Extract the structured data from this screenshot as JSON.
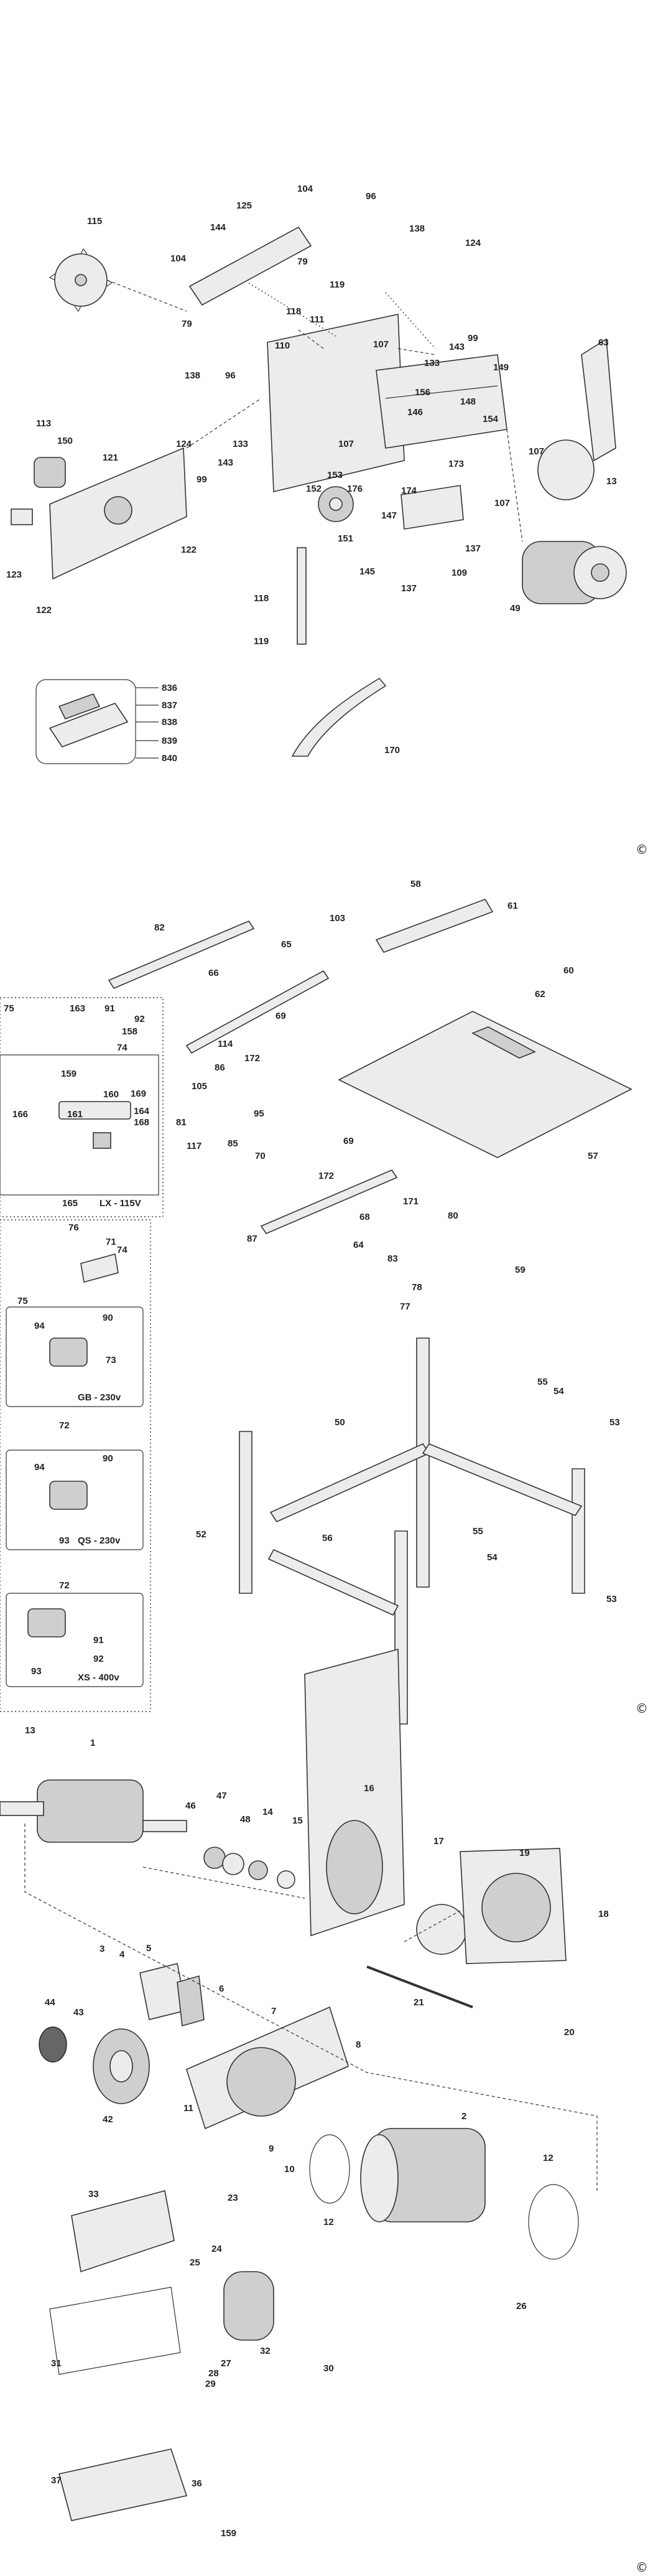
{
  "copyright_mark": "©",
  "section1": {
    "labels": [
      "115",
      "144",
      "125",
      "104",
      "104",
      "79",
      "79",
      "119",
      "96",
      "138",
      "124",
      "118",
      "111",
      "110",
      "107",
      "133",
      "143",
      "99",
      "149",
      "63",
      "138",
      "96",
      "133",
      "156",
      "148",
      "154",
      "113",
      "150",
      "124",
      "143",
      "99",
      "121",
      "107",
      "146",
      "173",
      "107",
      "13",
      "153",
      "174",
      "147",
      "176",
      "152",
      "151",
      "107",
      "137",
      "122",
      "123",
      "109",
      "145",
      "137",
      "118",
      "49",
      "122",
      "119",
      "836",
      "837",
      "838",
      "839",
      "840",
      "170"
    ]
  },
  "section2": {
    "labels": [
      "58",
      "103",
      "61",
      "82",
      "65",
      "60",
      "62",
      "66",
      "75",
      "163",
      "91",
      "92",
      "158",
      "74",
      "159",
      "169",
      "166",
      "160",
      "164",
      "161",
      "168",
      "69",
      "114",
      "86",
      "172",
      "105",
      "95",
      "81",
      "70",
      "85",
      "117",
      "87",
      "69",
      "172",
      "57",
      "171",
      "76",
      "71",
      "74",
      "75",
      "94",
      "90",
      "73",
      "68",
      "64",
      "80",
      "83",
      "78",
      "77",
      "59",
      "50",
      "55",
      "54",
      "53",
      "72",
      "94",
      "90",
      "93",
      "52",
      "56",
      "55",
      "54",
      "72",
      "91",
      "92",
      "93",
      "53"
    ],
    "captions": {
      "lx": "LX - 115V",
      "lx_number": "165",
      "gb": "GB - 230v",
      "qs": "QS - 230v",
      "xs": "XS - 400v"
    }
  },
  "section3": {
    "labels": [
      "13",
      "1",
      "16",
      "46",
      "47",
      "48",
      "14",
      "15",
      "17",
      "19",
      "18",
      "3",
      "4",
      "5",
      "6",
      "44",
      "43",
      "7",
      "8",
      "42",
      "11",
      "21",
      "20",
      "2",
      "12",
      "9",
      "10",
      "12",
      "33",
      "23",
      "24",
      "25",
      "26",
      "31",
      "32",
      "27",
      "28",
      "29",
      "30",
      "37",
      "36",
      "159"
    ]
  }
}
